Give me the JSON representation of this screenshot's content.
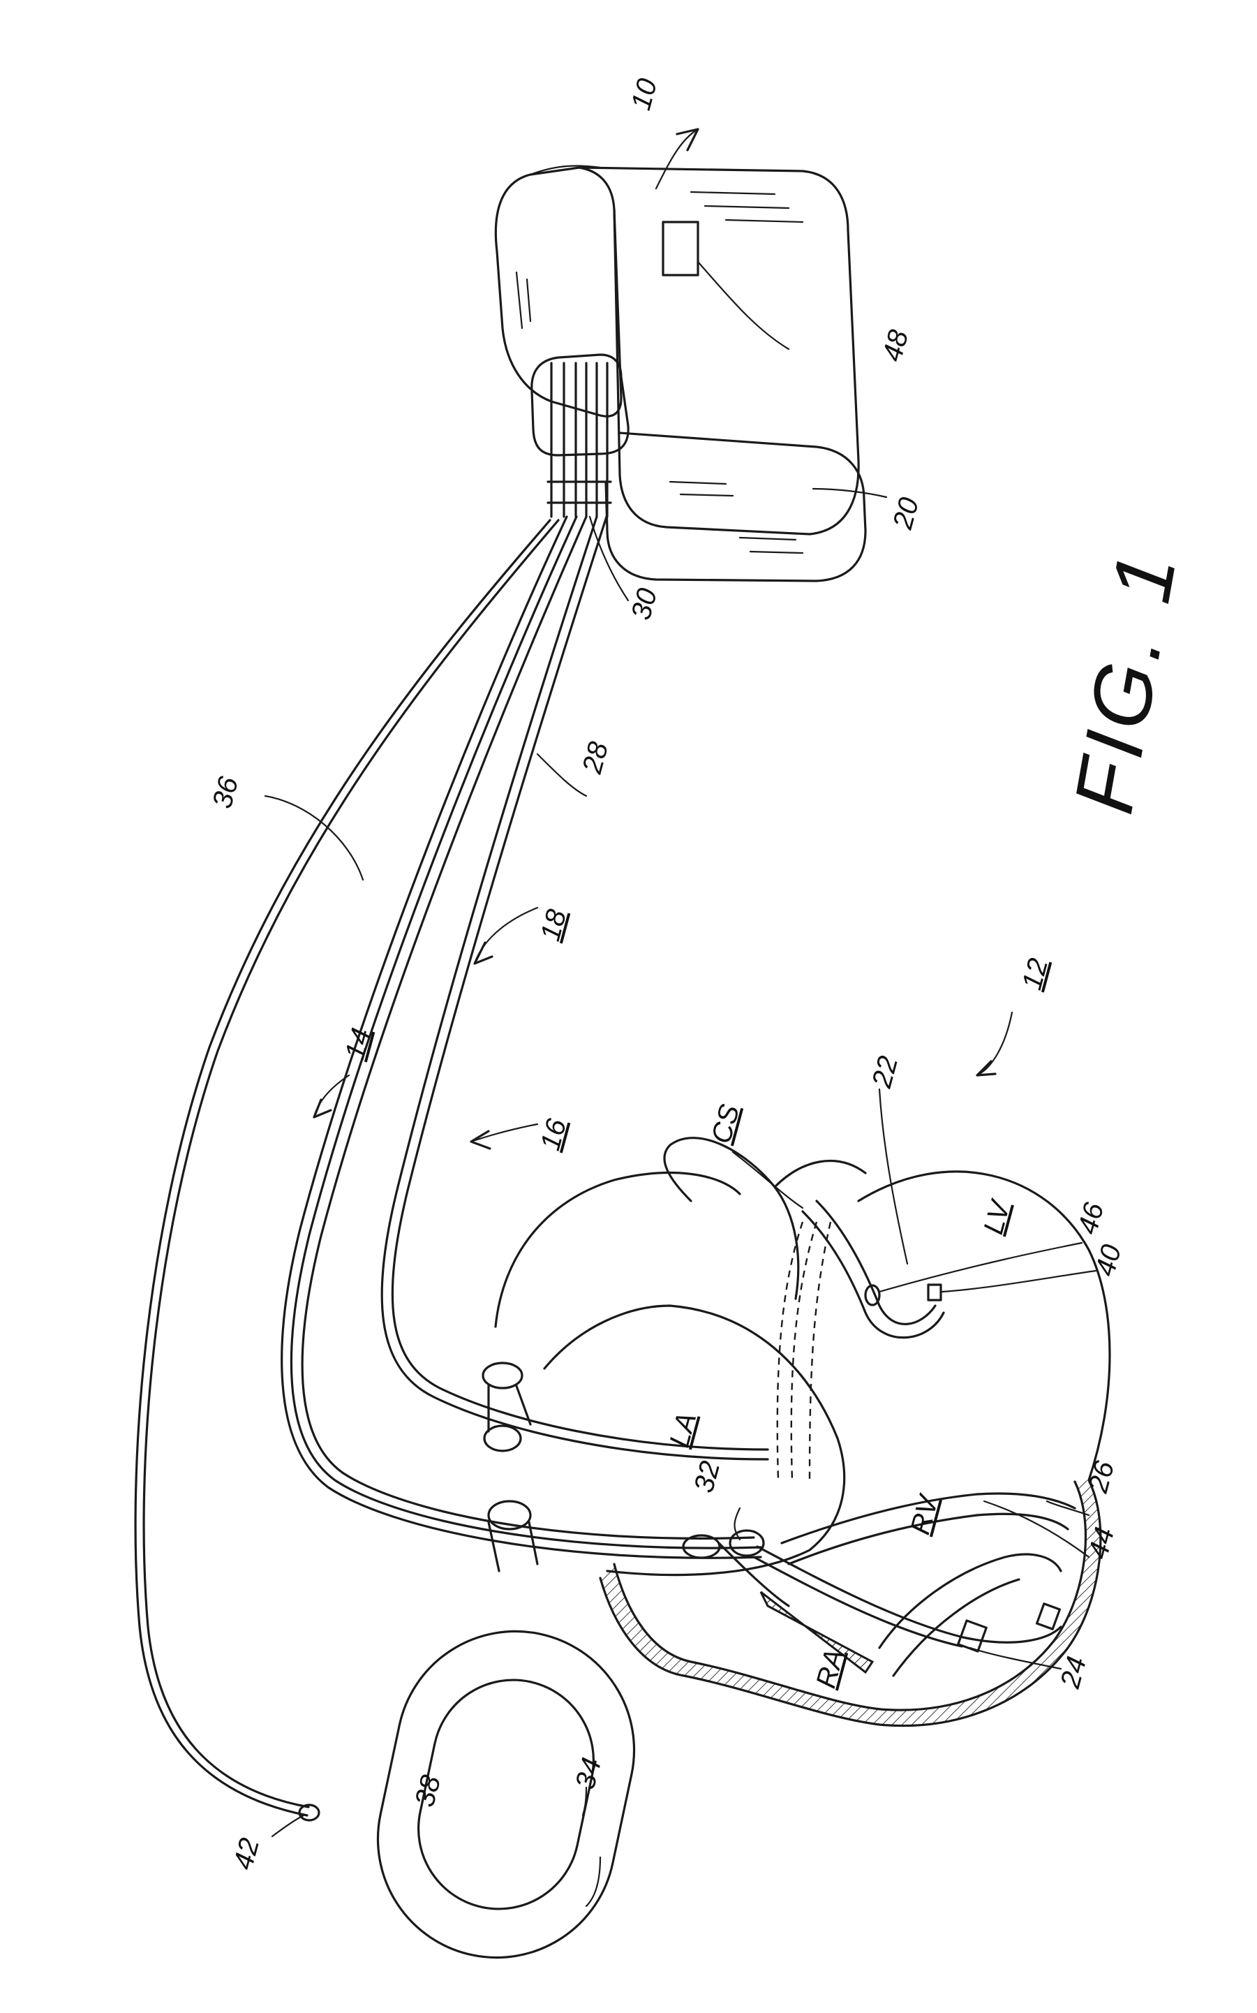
{
  "figure": {
    "caption": "FIG. 1",
    "labels": {
      "device": "10",
      "heart": "12",
      "lead_system": "14",
      "lead_16": "16",
      "lead_18": "18",
      "header": "20",
      "electrode_22": "22",
      "electrode_24": "24",
      "electrode_26": "26",
      "lead_28": "28",
      "connector_30": "30",
      "electrode_32": "32",
      "patch": "34",
      "lead_36": "36",
      "patch_electrode": "38",
      "electrode_40": "40",
      "junction_42": "42",
      "electrode_44": "44",
      "electrode_46": "46",
      "window_48": "48"
    },
    "chambers": {
      "la": "LA",
      "ra": "RA",
      "rv": "RV",
      "lv": "LV",
      "cs": "CS"
    }
  }
}
